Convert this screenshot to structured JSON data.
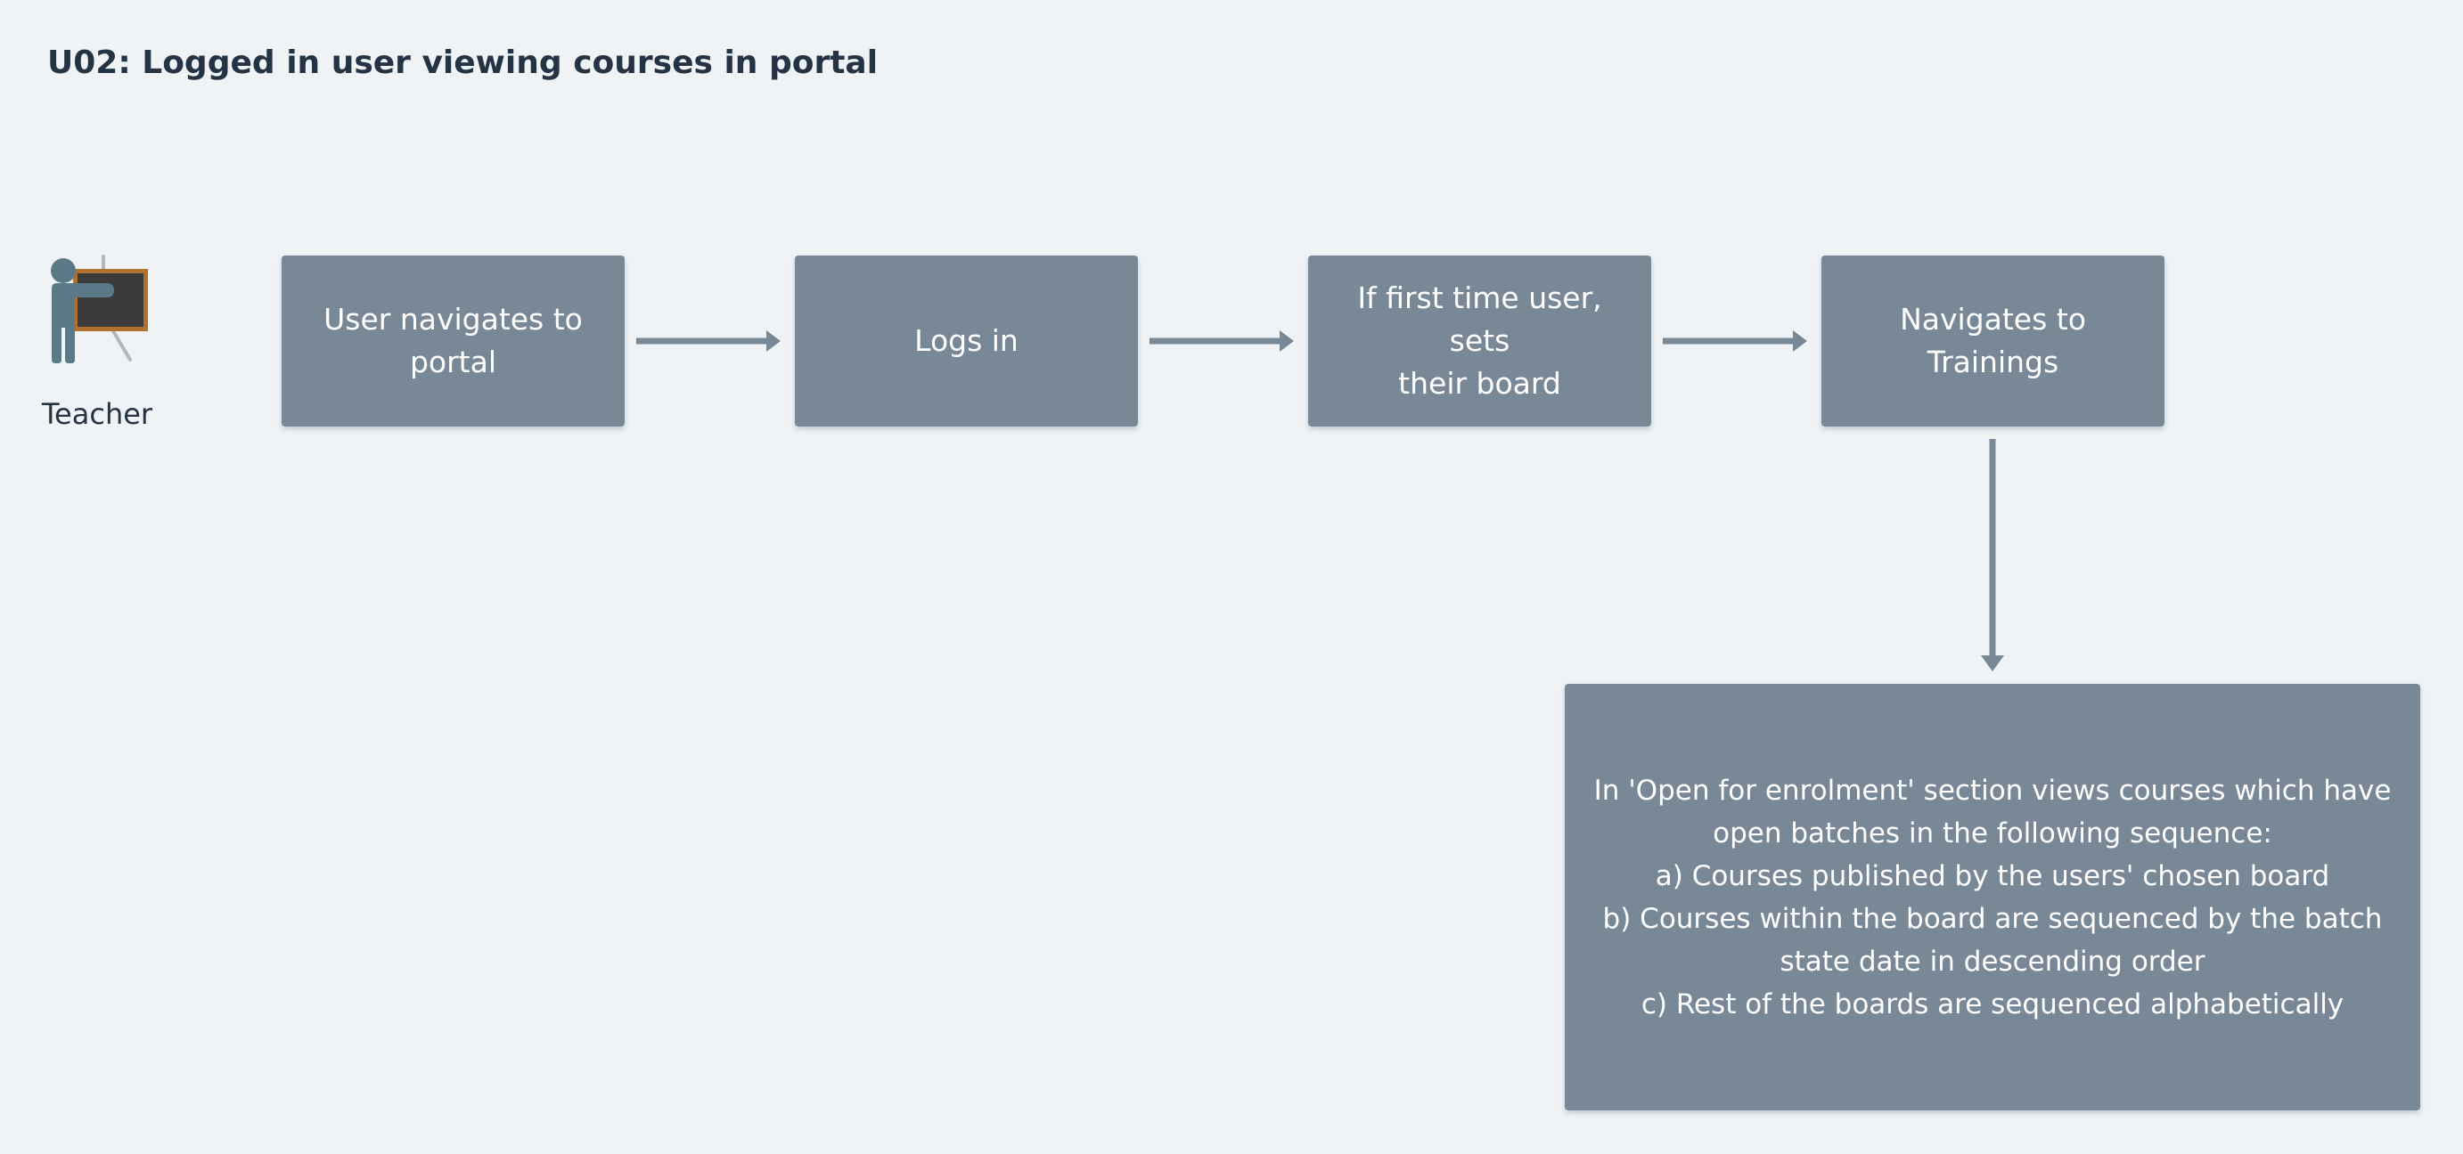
{
  "title": "U02: Logged in user viewing courses in portal",
  "actor": {
    "label": "Teacher",
    "icon": "teacher-at-blackboard-icon"
  },
  "steps": [
    {
      "label": "User navigates to\nportal"
    },
    {
      "label": "Logs in"
    },
    {
      "label": "If first time user, sets\ntheir board"
    },
    {
      "label": "Navigates to\nTrainings"
    }
  ],
  "result": {
    "label": "In 'Open for enrolment' section views courses which have\nopen batches in the following sequence:\na) Courses published by the users' chosen board\nb) Courses within the board are sequenced by the batch\nstate date in descending order\nc) Rest of the boards are sequenced alphabetically"
  },
  "colors": {
    "background": "#eff3f6",
    "box_fill": "#788896",
    "box_text": "#ffffff",
    "connector": "#788896",
    "title_text": "#253445"
  }
}
